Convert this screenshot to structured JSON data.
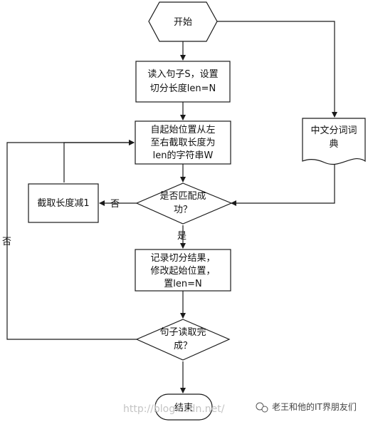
{
  "nodes": {
    "start": {
      "lines": [
        "开始"
      ]
    },
    "read": {
      "lines": [
        "读入句子S，设置",
        "切分长度len=N"
      ]
    },
    "extract": {
      "lines": [
        "自起始位置从左",
        "至右截取长度为",
        "len的字符串W"
      ]
    },
    "dict": {
      "lines": [
        "中文分词词",
        "典"
      ]
    },
    "match": {
      "lines": [
        "是否匹配成",
        "功？"
      ]
    },
    "shorten": {
      "lines": [
        "截取长度减1"
      ]
    },
    "record": {
      "lines": [
        "记录切分结果，",
        "修改起始位置，",
        "置len=N"
      ]
    },
    "done": {
      "lines": [
        "句子读取完",
        "成？"
      ]
    },
    "end": {
      "lines": [
        "结束"
      ]
    }
  },
  "edge_labels": {
    "match_no": "否",
    "match_yes": "是",
    "done_no": "否"
  },
  "watermark": {
    "url": "http://blog.csdn.net/",
    "brand": "老王和他的IT界朋友们"
  },
  "colors": {
    "stroke": "#1a1a1a",
    "watermark": "#c4c4c4"
  }
}
